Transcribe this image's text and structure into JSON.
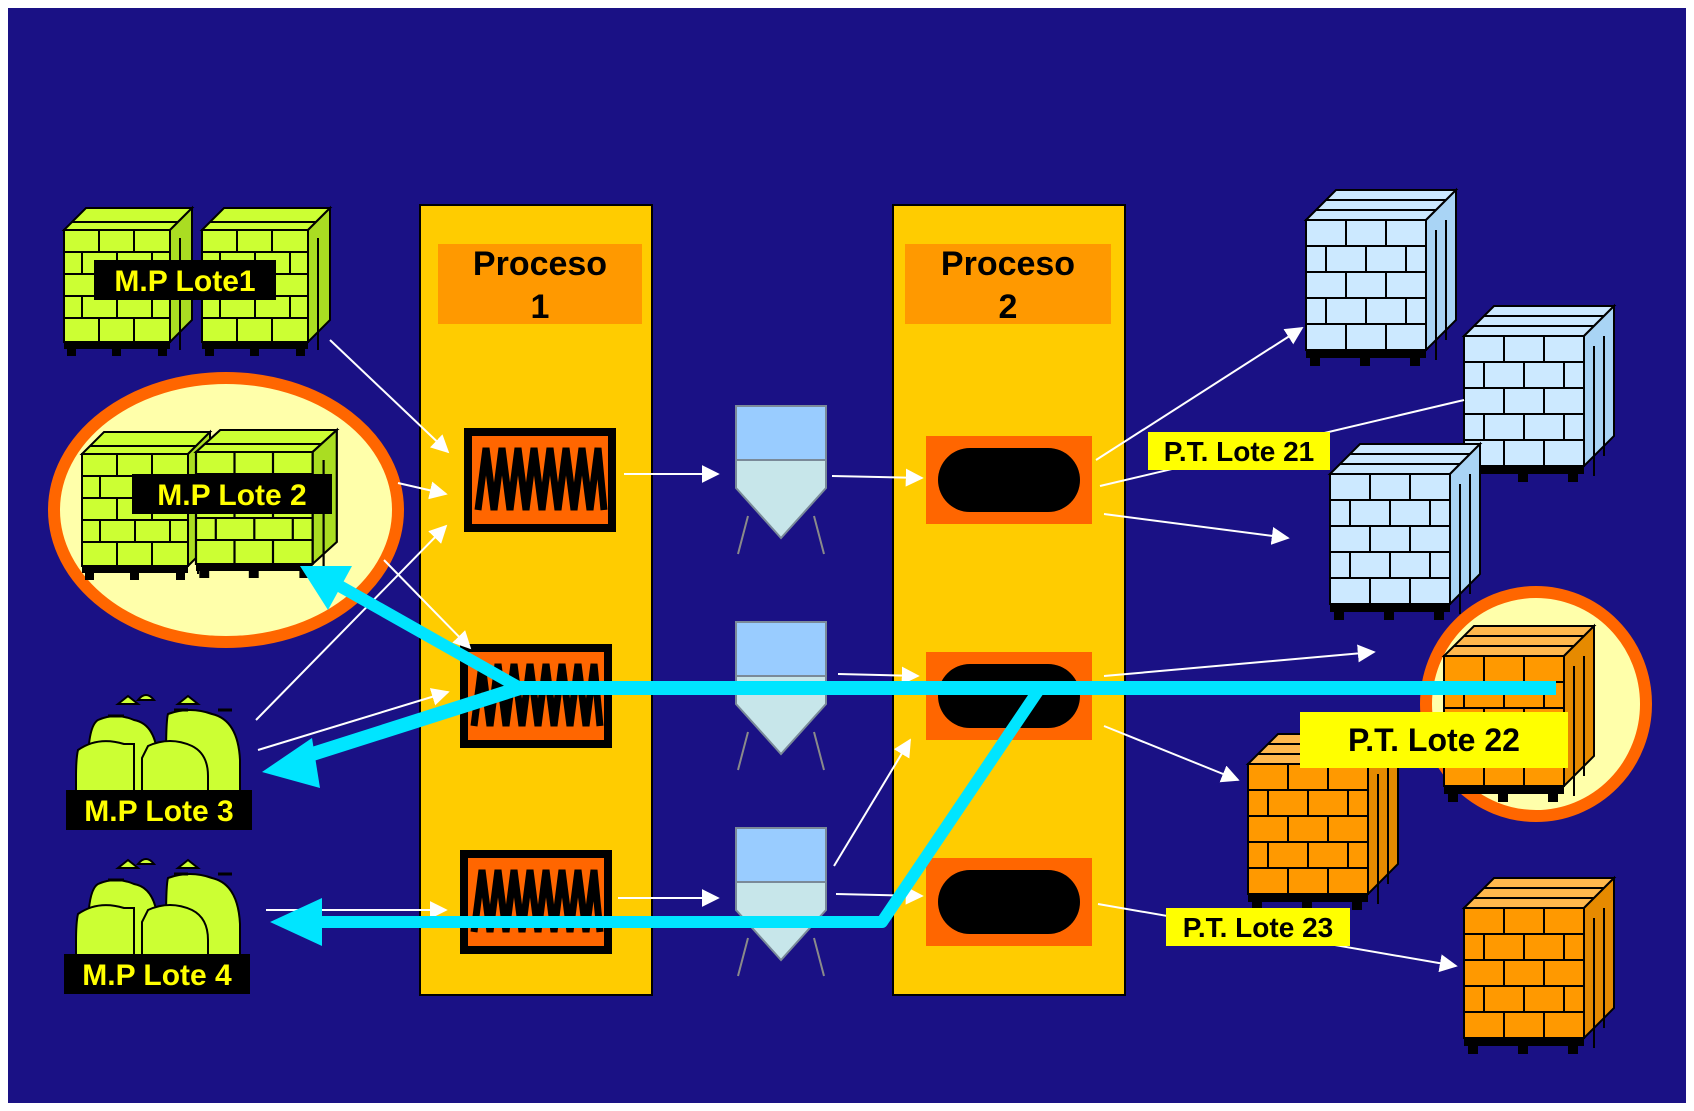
{
  "title": "",
  "colors": {
    "background": "#1a1185",
    "process_column": "#ffcc00",
    "process_header": "#ff9900",
    "machine": "#ff6600",
    "raw_material": "#ccff33",
    "finished_blue": "#cce9ff",
    "finished_orange": "#ff9900",
    "highlight_fill": "#ffffaa",
    "highlight_ring": "#ff6600",
    "trace_arrow": "#00e5ff",
    "label_yellow": "#ffff00"
  },
  "processes": [
    {
      "label_line1": "Proceso",
      "label_line2": "1"
    },
    {
      "label_line1": "Proceso",
      "label_line2": "2"
    }
  ],
  "raw_materials": [
    {
      "label": "M.P Lote1",
      "kind": "pallet",
      "highlighted": false
    },
    {
      "label": "M.P Lote 2",
      "kind": "pallet",
      "highlighted": true
    },
    {
      "label": "M.P Lote 3",
      "kind": "bags",
      "highlighted": false
    },
    {
      "label": "M.P Lote 4",
      "kind": "bags",
      "highlighted": false
    }
  ],
  "finished_products": [
    {
      "label": "P.T. Lote 21",
      "color": "blue",
      "highlighted": false
    },
    {
      "label": "P.T. Lote 22",
      "color": "orange",
      "highlighted": true
    },
    {
      "label": "P.T. Lote 23",
      "color": "orange",
      "highlighted": false
    }
  ],
  "icons": {
    "machine_1": "heater-coil-icon",
    "machine_2": "dryer-drum-icon",
    "silo": "silo-icon"
  }
}
